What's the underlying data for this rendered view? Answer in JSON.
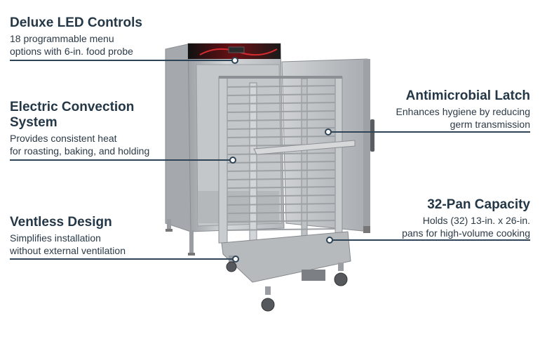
{
  "callouts": {
    "led": {
      "title": "Deluxe LED Controls",
      "desc_1": "18 programmable menu",
      "desc_2": "options with 6-in. food probe"
    },
    "convection": {
      "title_1": "Electric Convection",
      "title_2": "System",
      "desc_1": "Provides consistent heat",
      "desc_2": "for roasting, baking, and holding"
    },
    "ventless": {
      "title": "Ventless Design",
      "desc_1": "Simplifies installation",
      "desc_2": "without external ventilation"
    },
    "latch": {
      "title": "Antimicrobial Latch",
      "desc_1": "Enhances hygiene by reducing",
      "desc_2": "germ transmission"
    },
    "capacity": {
      "title": "32-Pan Capacity",
      "desc_1": "Holds (32) 13-in. x 26-in.",
      "desc_2": "pans for high-volume cooking"
    }
  },
  "colors": {
    "text": "#243746",
    "steel": "#b9bcbf",
    "panel": "#1a1a1a",
    "accent": "#c0262d"
  },
  "product": "roll-in convection oven with pan rack"
}
